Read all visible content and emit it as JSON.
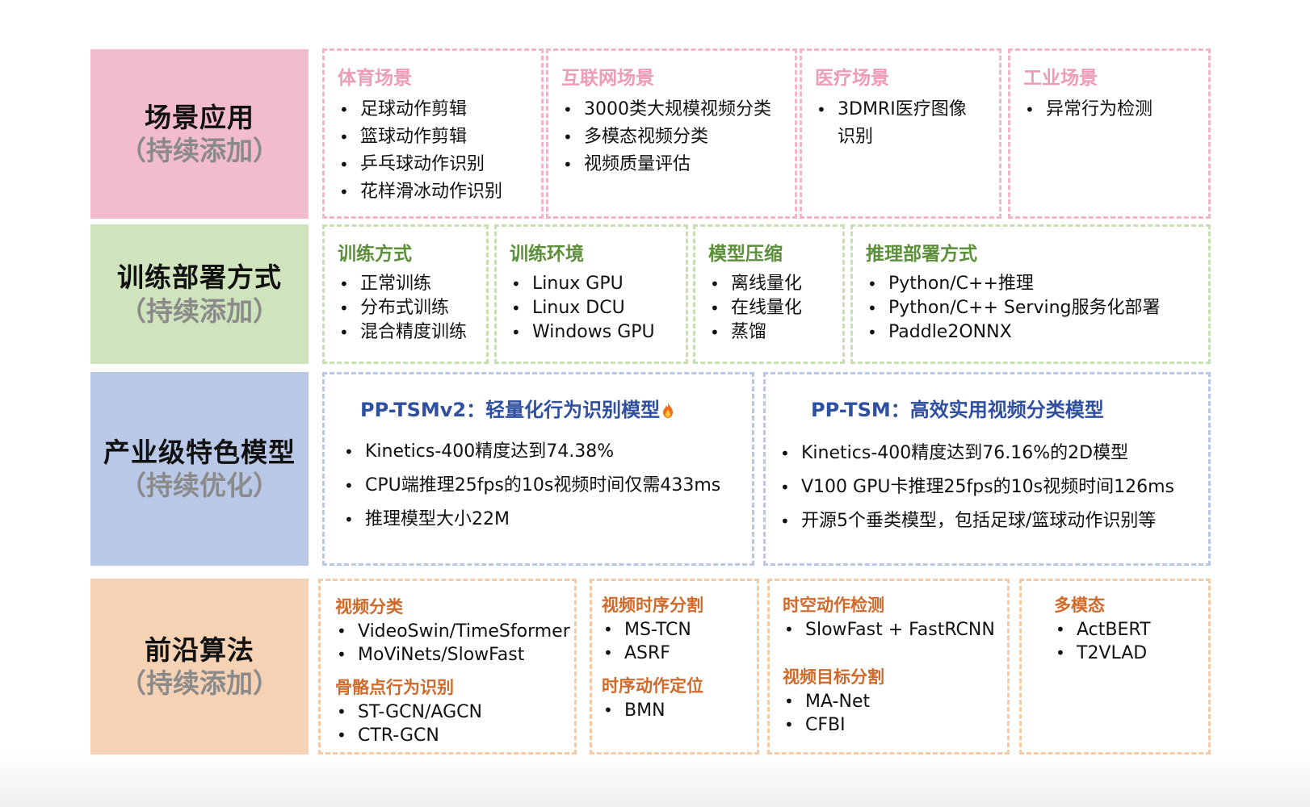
{
  "rows": [
    {
      "title": "场景应用",
      "subtitle": "（持续添加）",
      "color": "#f2bccd"
    },
    {
      "title": "训练部署方式",
      "subtitle": "（持续添加）",
      "color": "#cfe4bd"
    },
    {
      "title": "产业级特色模型",
      "subtitle": "（持续优化）",
      "color": "#b8c8e6"
    },
    {
      "title": "前沿算法",
      "subtitle": "（持续添加）",
      "color": "#f6d2b5"
    }
  ],
  "scenes": [
    {
      "title": "体育场景",
      "items": [
        "足球动作剪辑",
        "篮球动作剪辑",
        "乒乓球动作识别",
        "花样滑冰动作识别"
      ]
    },
    {
      "title": "互联网场景",
      "items": [
        "3000类大规模视频分类",
        "多模态视频分类",
        "视频质量评估"
      ]
    },
    {
      "title": "医疗场景",
      "items": [
        "3DMRI医疗图像识别"
      ]
    },
    {
      "title": "工业场景",
      "items": [
        "异常行为检测"
      ]
    }
  ],
  "training": [
    {
      "title": "训练方式",
      "items": [
        "正常训练",
        "分布式训练",
        "混合精度训练"
      ]
    },
    {
      "title": "训练环境",
      "items": [
        "Linux GPU",
        "Linux DCU",
        "Windows GPU"
      ]
    },
    {
      "title": "模型压缩",
      "items": [
        "离线量化",
        "在线量化",
        "蒸馏"
      ]
    },
    {
      "title": "推理部署方式",
      "items": [
        "Python/C++推理",
        "Python/C++ Serving服务化部署",
        "Paddle2ONNX"
      ]
    }
  ],
  "models": [
    {
      "title": "PP-TSMv2：轻量化行为识别模型",
      "icon": "flame-icon",
      "items": [
        "Kinetics-400精度达到74.38%",
        "CPU端推理25fps的10s视频时间仅需433ms",
        "推理模型大小22M"
      ]
    },
    {
      "title": "PP-TSM：高效实用视频分类模型",
      "items": [
        "Kinetics-400精度达到76.16%的2D模型",
        "V100 GPU卡推理25fps的10s视频时间126ms",
        "开源5个垂类模型，包括足球/篮球动作识别等"
      ]
    }
  ],
  "algorithms": [
    {
      "groups": [
        {
          "title": "视频分类",
          "items": [
            "VideoSwin/TimeSformer",
            "MoViNets/SlowFast"
          ]
        },
        {
          "title": "骨骼点行为识别",
          "items": [
            "ST-GCN/AGCN",
            "CTR-GCN"
          ]
        }
      ]
    },
    {
      "groups": [
        {
          "title": "视频时序分割",
          "items": [
            "MS-TCN",
            "ASRF"
          ]
        },
        {
          "title": "时序动作定位",
          "items": [
            "BMN"
          ]
        }
      ]
    },
    {
      "groups": [
        {
          "title": "时空动作检测",
          "items": [
            "SlowFast + FastRCNN"
          ]
        },
        {
          "title": "视频目标分割",
          "items": [
            "MA-Net",
            "CFBI"
          ]
        }
      ]
    },
    {
      "groups": [
        {
          "title": "多模态",
          "items": [
            "ActBERT",
            "T2VLAD"
          ]
        }
      ]
    }
  ]
}
